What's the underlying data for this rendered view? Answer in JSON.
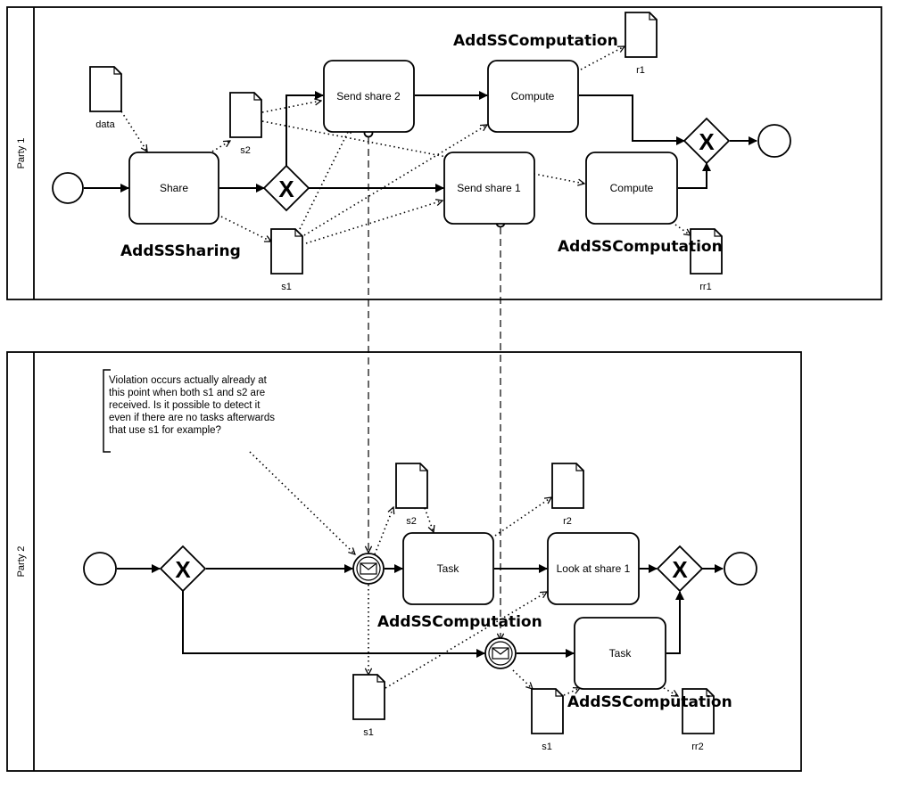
{
  "pools": [
    {
      "id": "party1",
      "label": "Party 1"
    },
    {
      "id": "party2",
      "label": "Party 2"
    }
  ],
  "tasks": {
    "share": "Share",
    "send_share_2": "Send share 2",
    "send_share_1": "Send share 1",
    "compute_top": "Compute",
    "compute_bottom": "Compute",
    "task_p2_top": "Task",
    "look_at_share_1": "Look at share 1",
    "task_p2_bottom": "Task"
  },
  "data_objects": {
    "data": "data",
    "s2_p1": "s2",
    "s1_p1": "s1",
    "r1": "r1",
    "rr1": "rr1",
    "s2_p2": "s2",
    "r2": "r2",
    "s1_p2_left": "s1",
    "s1_p2_right": "s1",
    "rr2": "rr2"
  },
  "tags": {
    "add_ss_sharing": "AddSSSharing",
    "add_ss_computation_top": "AddSSComputation",
    "add_ss_computation_mid": "AddSSComputation",
    "add_ss_computation_p2_a": "AddSSComputation",
    "add_ss_computation_p2_b": "AddSSComputation"
  },
  "gateway_symbol": "X",
  "annotation": {
    "lines": [
      "Violation occurs actually already at",
      "this point when both s1 and s2 are",
      "received. Is it possible to detect it",
      "even if there are no tasks afterwards",
      "that use s1 for example?"
    ]
  },
  "colors": {
    "tag": "#3B44C4",
    "stroke": "#000000",
    "fill": "#ffffff"
  }
}
